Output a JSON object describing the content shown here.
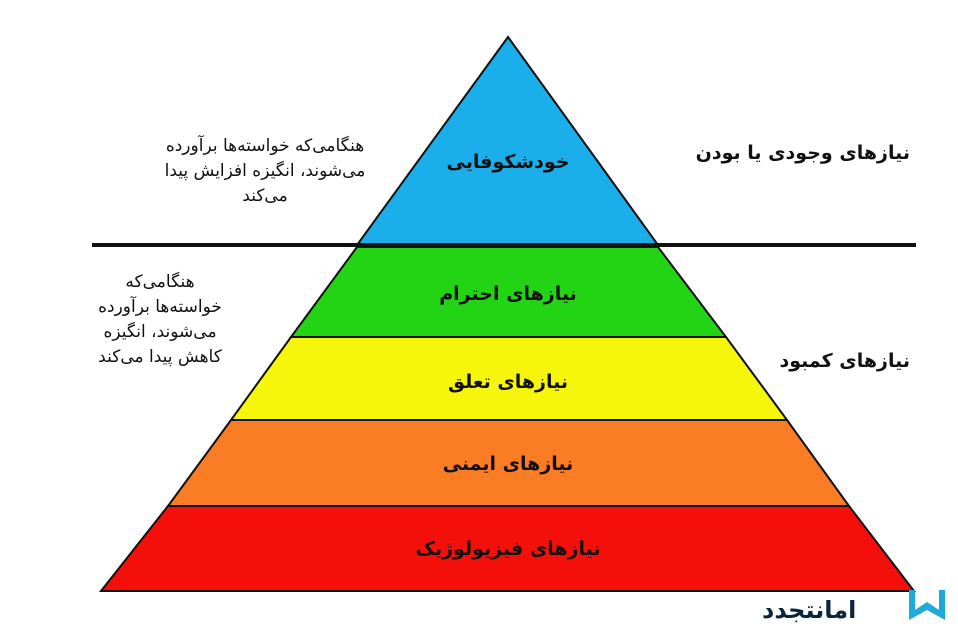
{
  "pyramid": {
    "levels": [
      {
        "label": "خودشکوفایی",
        "color": "#1aaeea"
      },
      {
        "label": "نیازهای احترام",
        "color": "#22d414"
      },
      {
        "label": "نیازهای تعلق",
        "color": "#f6f60a"
      },
      {
        "label": "نیازهای ایمنی",
        "color": "#fa7d25"
      },
      {
        "label": "نیازهای فیزیولوژیک",
        "color": "#f40f0a"
      }
    ]
  },
  "notes": {
    "top": "هنگامی‌که خواسته‌ها برآورده\nمی‌شوند، انگیزه افزایش پیدا\nمی‌کند",
    "bottom": "هنگامی‌که\nخواسته‌ها برآورده\nمی‌شوند، انگیزه\nکاهش پیدا می‌کند"
  },
  "labels": {
    "being_needs": "نیازهای وجودی یا بودن",
    "deficiency_needs": "نیازهای کمبود"
  },
  "brand": {
    "name": "امانتجدد",
    "mark_color": "#1ea9d6",
    "text_color": "#0a2540"
  }
}
